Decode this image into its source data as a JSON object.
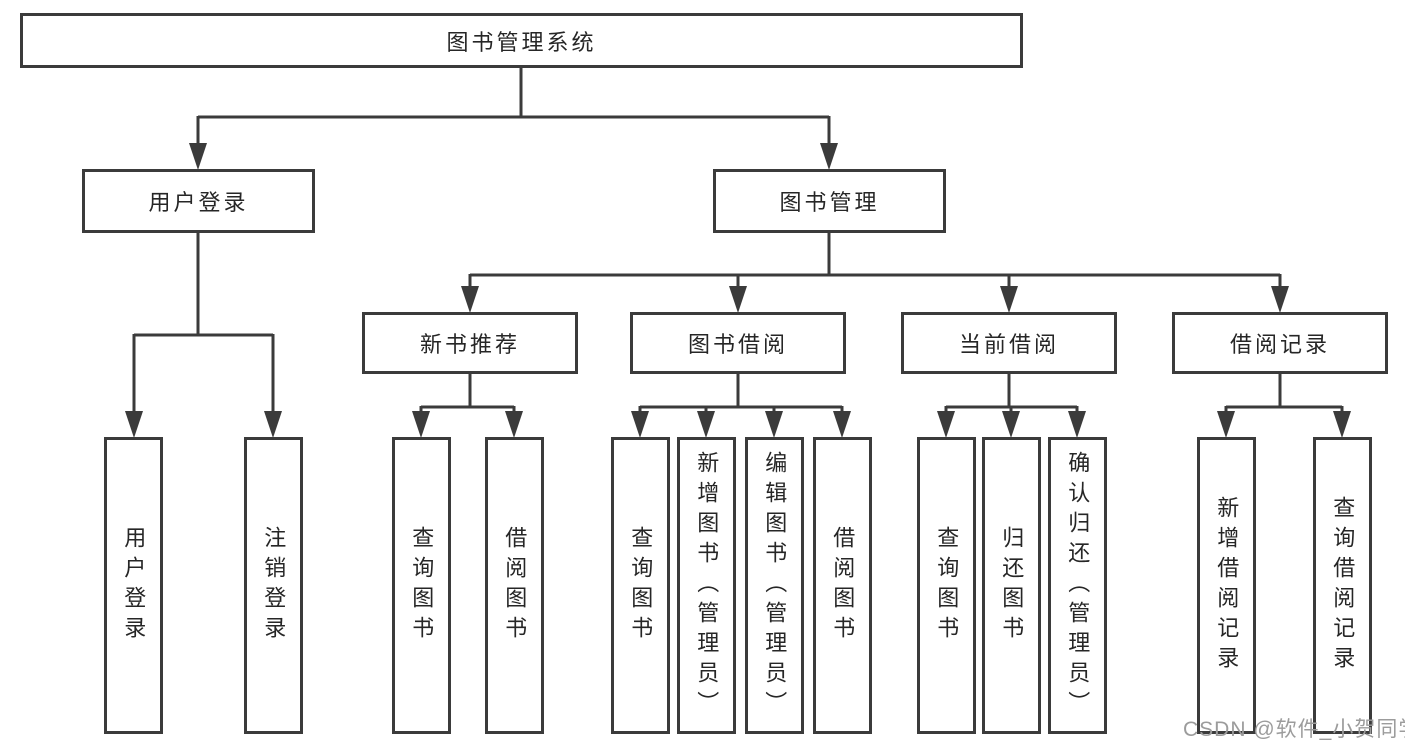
{
  "diagram": {
    "title": "图书管理系统",
    "root": {
      "label": "图书管理系统"
    },
    "level2": [
      {
        "label": "用户登录"
      },
      {
        "label": "图书管理"
      }
    ],
    "level3": [
      {
        "label": "新书推荐"
      },
      {
        "label": "图书借阅"
      },
      {
        "label": "当前借阅"
      },
      {
        "label": "借阅记录"
      }
    ],
    "leaves": [
      {
        "label": "用户登录"
      },
      {
        "label": "注销登录"
      },
      {
        "label": "查询图书"
      },
      {
        "label": "借阅图书"
      },
      {
        "label": "查询图书"
      },
      {
        "label": "新增图书（管理员）"
      },
      {
        "label": "编辑图书（管理员）"
      },
      {
        "label": "借阅图书"
      },
      {
        "label": "查询图书"
      },
      {
        "label": "归还图书"
      },
      {
        "label": "确认归还（管理员）"
      },
      {
        "label": "新增借阅记录"
      },
      {
        "label": "查询借阅记录"
      }
    ],
    "watermark": "CSDN @软件_小贺同学",
    "colors": {
      "line": "#3b3b3b",
      "text": "#262626",
      "watermark": "#9c9c9c",
      "background": "#ffffff"
    }
  }
}
